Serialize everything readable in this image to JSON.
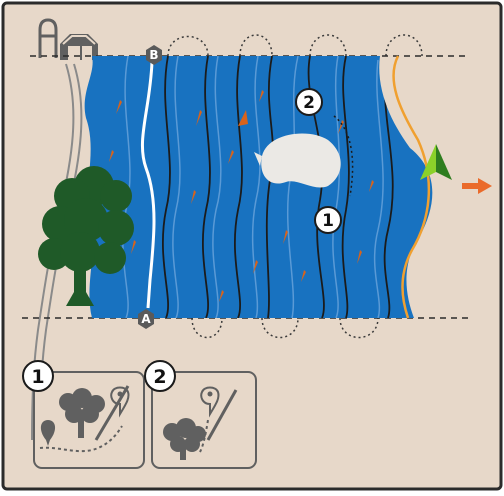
{
  "diagram": {
    "colors": {
      "frame_border": "#2b2b2b",
      "background": "#e7d8c9",
      "field": "#1872c0",
      "guidance_line": "#1b1b1b",
      "active_path": "#ffffff",
      "orange_path": "#f0a030",
      "orange_marks": "#d8631b",
      "arrow": "#ea6a2a",
      "vehicle_light": "#8bd12a",
      "vehicle_dark": "#2f7d1f",
      "tree": "#1f5a28",
      "icon_gray": "#606060",
      "obstacle": "#ebe9e5"
    },
    "points": {
      "a_label": "A",
      "b_label": "B"
    },
    "callouts": [
      {
        "number": "1"
      },
      {
        "number": "2"
      }
    ],
    "legend": [
      {
        "number": "1",
        "icons": [
          "tree-icon",
          "location-pin-icon",
          "pencil-icon",
          "dotted-path"
        ]
      },
      {
        "number": "2",
        "icons": [
          "tree-icon",
          "location-pin-icon",
          "pencil-icon",
          "dotted-path"
        ]
      }
    ],
    "icons": [
      "silo-icon",
      "barn-icon",
      "tree-icon",
      "vehicle-arrow-icon",
      "direction-arrow-icon"
    ]
  }
}
